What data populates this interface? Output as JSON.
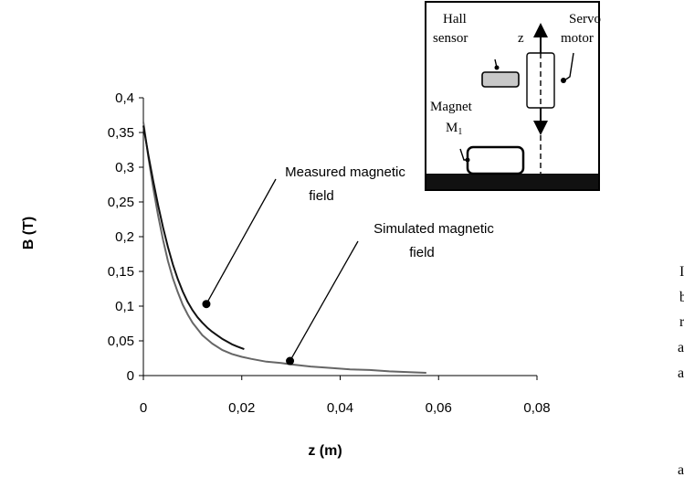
{
  "chart_data": {
    "type": "line",
    "xlabel": "z (m)",
    "ylabel": "B (T)",
    "xlim": [
      0,
      0.08
    ],
    "ylim": [
      0,
      0.4
    ],
    "x_ticks": [
      "0",
      "0,02",
      "0,04",
      "0,06",
      "0,08"
    ],
    "y_ticks": [
      "0",
      "0,05",
      "0,1",
      "0,15",
      "0,2",
      "0,25",
      "0,3",
      "0,35",
      "0,4"
    ],
    "grid": false,
    "series": [
      {
        "name": "Measured magnetic field",
        "color": "#111111",
        "x": [
          0,
          0.001,
          0.002,
          0.003,
          0.004,
          0.005,
          0.006,
          0.007,
          0.008,
          0.009,
          0.01,
          0.011,
          0.012,
          0.013,
          0.014,
          0.015,
          0.016,
          0.017,
          0.018,
          0.019,
          0.0205
        ],
        "y": [
          0.36,
          0.318,
          0.28,
          0.245,
          0.213,
          0.185,
          0.16,
          0.139,
          0.121,
          0.106,
          0.094,
          0.084,
          0.076,
          0.069,
          0.063,
          0.058,
          0.053,
          0.049,
          0.045,
          0.042,
          0.038
        ]
      },
      {
        "name": "Simulated magnetic field",
        "color": "#666666",
        "x": [
          0,
          0.001,
          0.002,
          0.003,
          0.004,
          0.005,
          0.006,
          0.007,
          0.008,
          0.009,
          0.01,
          0.012,
          0.014,
          0.016,
          0.018,
          0.02,
          0.022,
          0.025,
          0.028,
          0.03,
          0.034,
          0.038,
          0.042,
          0.046,
          0.05,
          0.054,
          0.0575
        ],
        "y": [
          0.365,
          0.315,
          0.27,
          0.23,
          0.195,
          0.165,
          0.14,
          0.12,
          0.102,
          0.088,
          0.076,
          0.058,
          0.046,
          0.037,
          0.031,
          0.027,
          0.024,
          0.02,
          0.018,
          0.016,
          0.013,
          0.011,
          0.009,
          0.008,
          0.006,
          0.005,
          0.004
        ]
      }
    ],
    "annotations": [
      {
        "lines": [
          "Measured magnetic",
          "field"
        ],
        "point": [
          0.0128,
          0.103
        ]
      },
      {
        "lines": [
          "Simulated magnetic",
          "field"
        ],
        "point": [
          0.0298,
          0.021
        ]
      }
    ]
  },
  "inset": {
    "hall_lines": [
      "Hall",
      "sensor"
    ],
    "servo_lines": [
      "Servo",
      "motor"
    ],
    "z_label": "z",
    "magnet_line1": "Magnet",
    "magnet_line2": "M",
    "magnet_subscript": "1"
  },
  "cropped_text": [
    "I",
    "b",
    "r",
    "a",
    "a",
    "a"
  ]
}
